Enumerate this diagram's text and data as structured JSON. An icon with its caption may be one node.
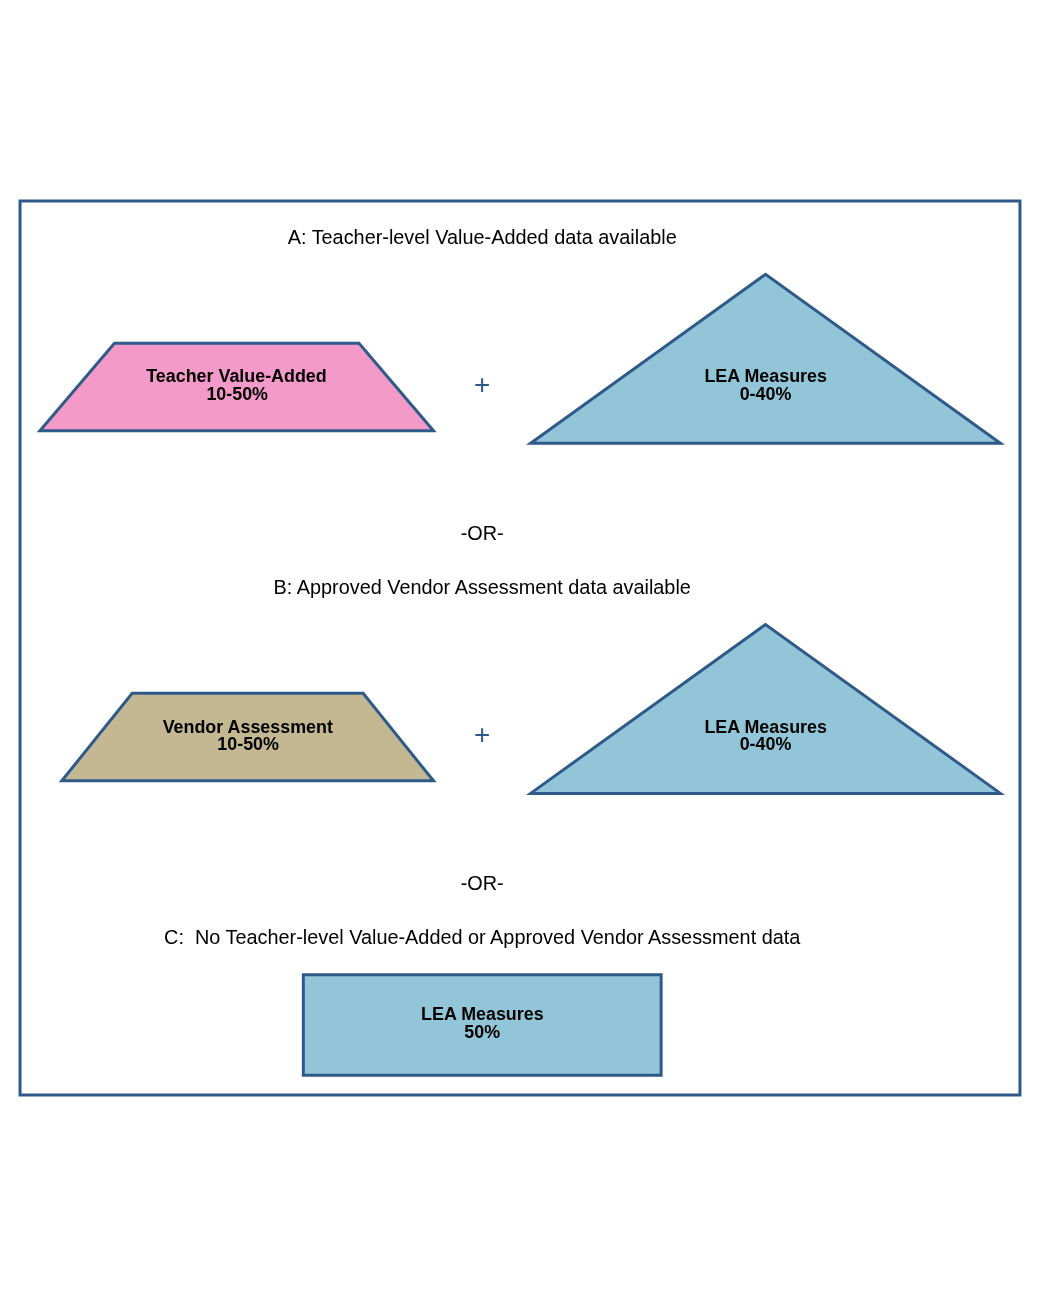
{
  "diagram": {
    "nodes": [
      {
        "text": [],
        "shape": "arrow"
      },
      {
        "text": [
          "Teacher Value-Added",
          "10-50%"
        ],
        "in": 0
      },
      {
        "text": [
          "LEA Measures",
          "0-40%"
        ],
        "in": 0
      },
      {
        "text": [
          "Vendor Assessment",
          "10-50%"
        ],
        "in": 0
      },
      {
        "text": [
          "LEA Measures",
          "0-40%"
        ],
        "in": 0
      },
      {
        "text": [
          "LEA Measures",
          "50%"
        ],
        "in": 0
      }
    ],
    "edges": [],
    "labels": [
      "A: Teacher-level Value-Added data available",
      "+",
      "-OR-",
      "B: Approved Vendor Assessment data available",
      "+",
      "-OR-",
      "C:  No Teacher-level Value-Added or Approved Vendor Assessment data"
    ]
  }
}
